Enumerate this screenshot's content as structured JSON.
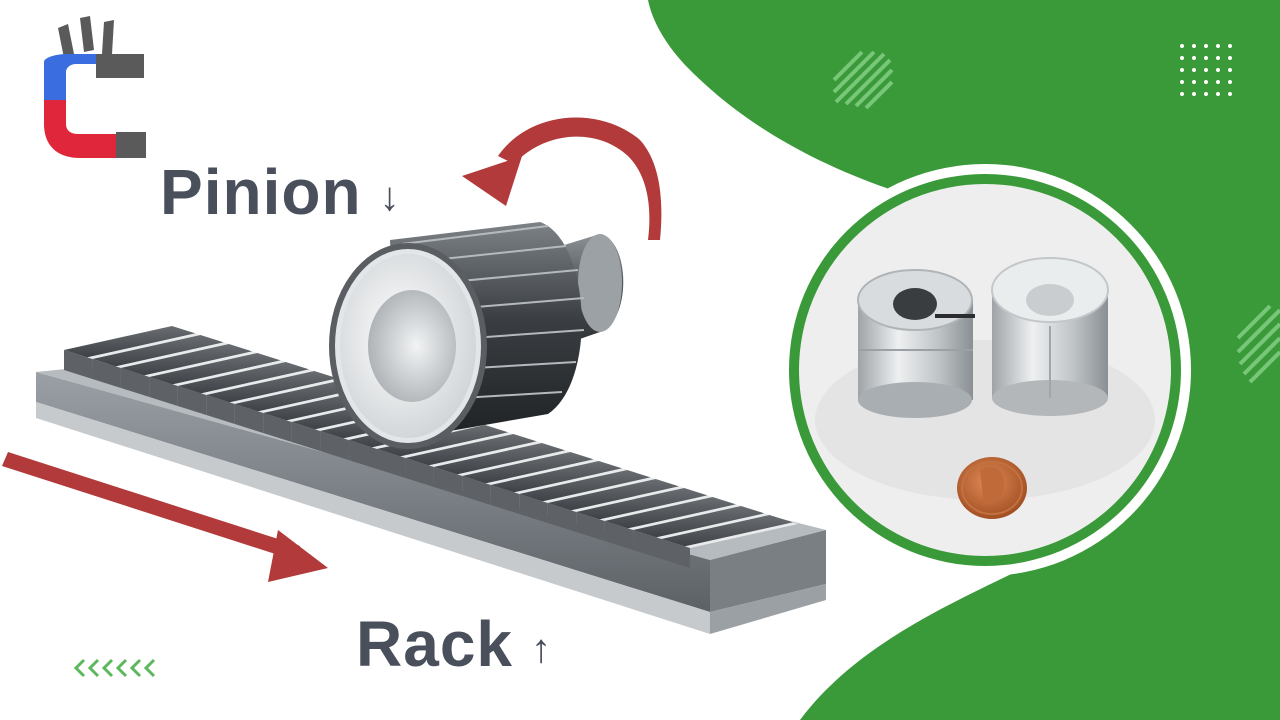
{
  "labels": {
    "pinion": "Pinion",
    "pinion_arrow": "↓",
    "rack": "Rack",
    "rack_arrow": "↑"
  },
  "colors": {
    "green": "#3a9a3a",
    "red_arrow": "#b23a3a",
    "text": "#4a4f5c",
    "magnet_blue": "#3a6ee0",
    "magnet_red": "#e0263a"
  },
  "icons": [
    "magnet-logo-icon",
    "rotation-arrow-icon",
    "motion-arrow-icon",
    "chevrons-left-icon",
    "dot-grid-icon",
    "diagonal-stripes-icon",
    "penny-image"
  ]
}
